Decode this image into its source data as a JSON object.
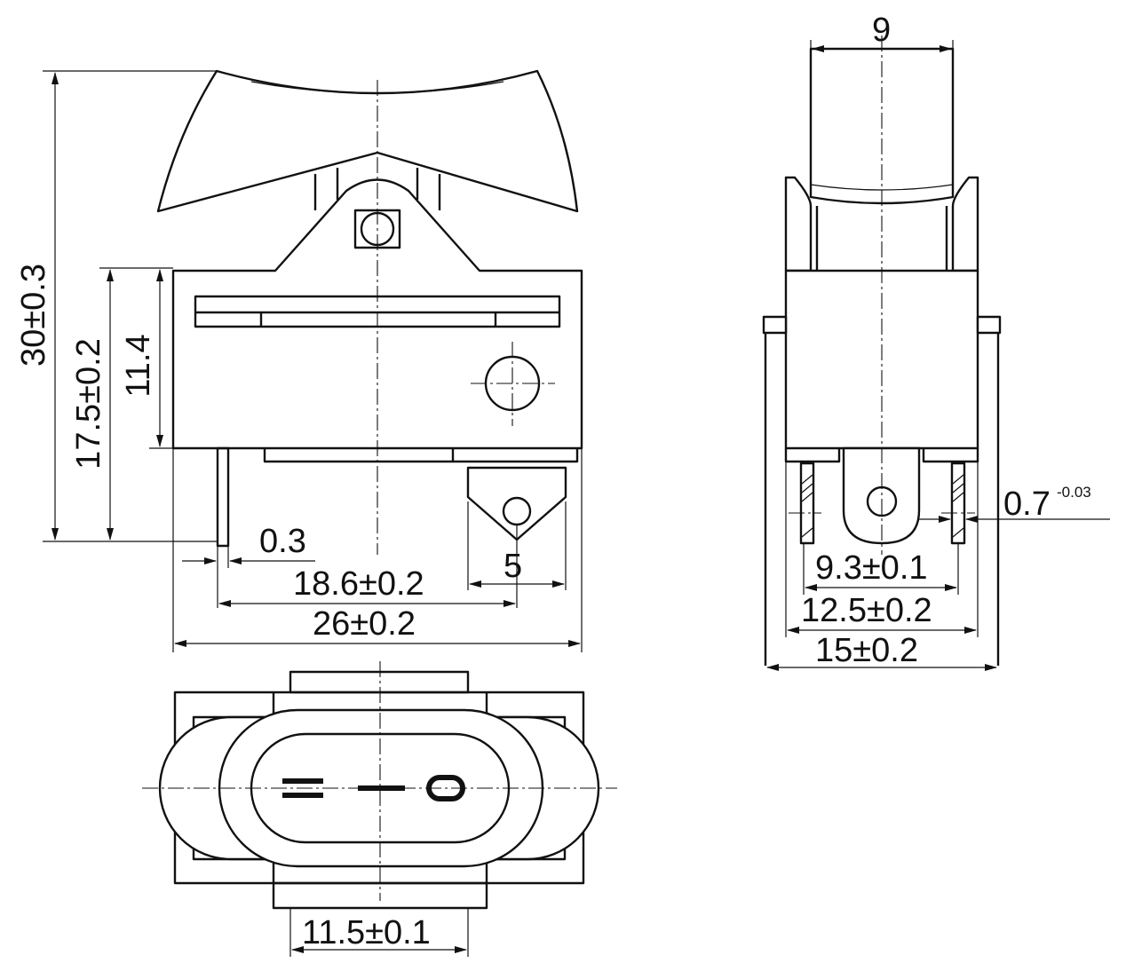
{
  "dimensions": {
    "top_width": "9",
    "overall_height": "30±0.3",
    "body_height": "17.5±0.2",
    "housing_height": "11.4",
    "terminal_thickness": "0.3",
    "terminal_pitch": "18.6±0.2",
    "tab_width": "5",
    "body_length": "26±0.2",
    "terminal_span_inner": "9.3±0.1",
    "terminal_span_mid": "12.5±0.2",
    "terminal_span_outer": "15±0.2",
    "pin_width": "0.7",
    "pin_width_tolerance": "-0.03",
    "bottom_width": "11.5±0.1"
  }
}
